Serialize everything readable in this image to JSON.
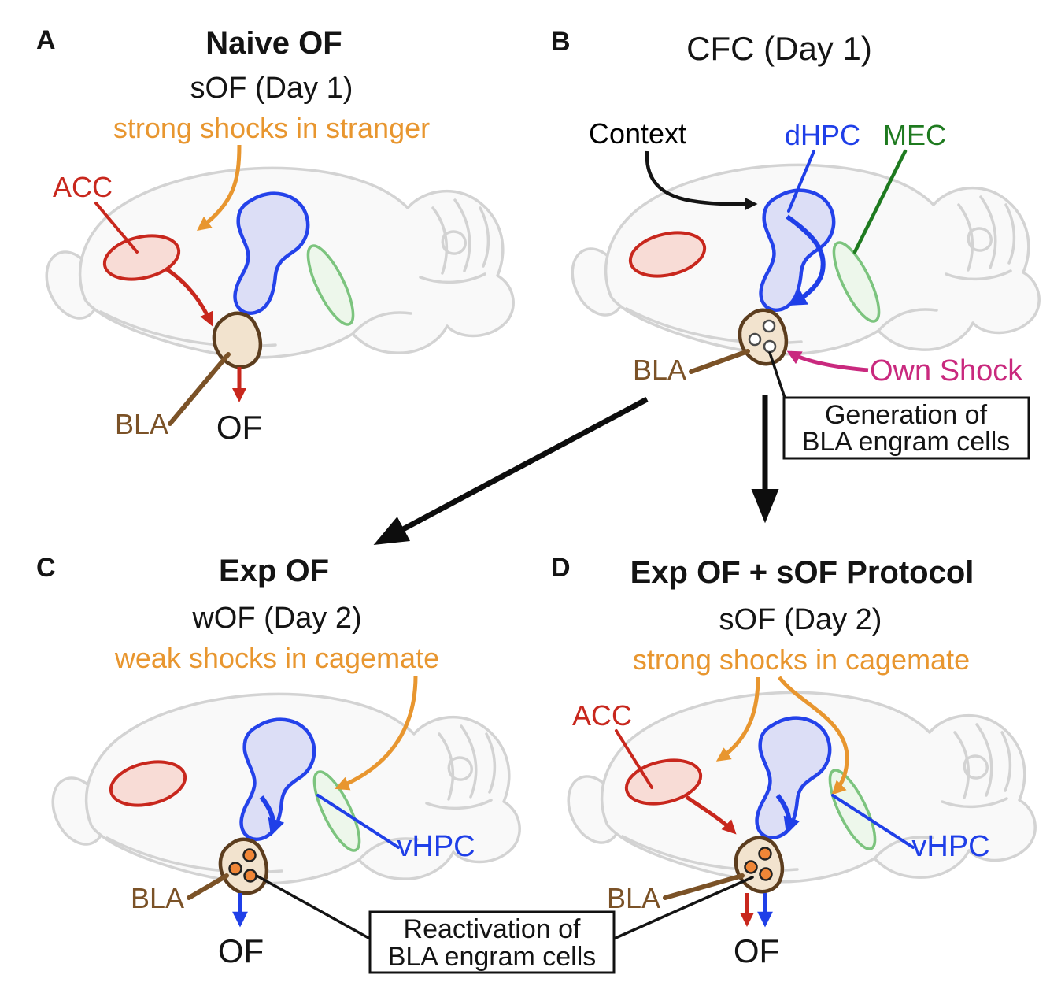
{
  "panels": {
    "A": {
      "letter": "A",
      "title": "Naive OF",
      "subtitle": "sOF (Day 1)",
      "note": "strong shocks in stranger",
      "labels": {
        "acc": "ACC",
        "bla": "BLA",
        "of": "OF"
      },
      "engram_cells": {
        "count": 0,
        "fill": "none"
      }
    },
    "B": {
      "letter": "B",
      "title": "CFC (Day 1)",
      "labels": {
        "context": "Context",
        "dhpc": "dHPC",
        "mec": "MEC",
        "bla": "BLA",
        "own_shock": "Own Shock"
      },
      "box": {
        "line1": "Generation of",
        "line2": "BLA engram cells"
      },
      "engram_cells": {
        "count": 3,
        "fill": "white"
      }
    },
    "C": {
      "letter": "C",
      "title": "Exp OF",
      "subtitle": "wOF (Day 2)",
      "note": "weak shocks in cagemate",
      "labels": {
        "vhpc": "vHPC",
        "bla": "BLA",
        "of": "OF"
      },
      "engram_cells": {
        "count": 3,
        "fill": "orange"
      }
    },
    "D": {
      "letter": "D",
      "title": "Exp OF + sOF Protocol",
      "subtitle": "sOF (Day 2)",
      "note": "strong shocks in cagemate",
      "labels": {
        "acc": "ACC",
        "vhpc": "vHPC",
        "bla": "BLA",
        "of": "OF"
      },
      "engram_cells": {
        "count": 3,
        "fill": "orange"
      }
    }
  },
  "reactivation_box": {
    "line1": "Reactivation of",
    "line2": "BLA engram cells"
  },
  "colors": {
    "orange": "#E8962F",
    "red": "#C8271D",
    "blue": "#1F3FE8",
    "green_label": "#1E7A1F",
    "green_region_stroke": "#7CC47E",
    "brown_label": "#7B5227",
    "bla_outline": "#5C3D1E",
    "magenta": "#C9297E",
    "bla_fill": "#F2E3CE",
    "dhpc_fill": "#DCDEF6",
    "mec_fill": "#EDF7EB",
    "acc_fill": "#F8DCD6",
    "engram_orange": "#F08637",
    "brain_outline": "#D3D3D3",
    "black": "#141414"
  }
}
